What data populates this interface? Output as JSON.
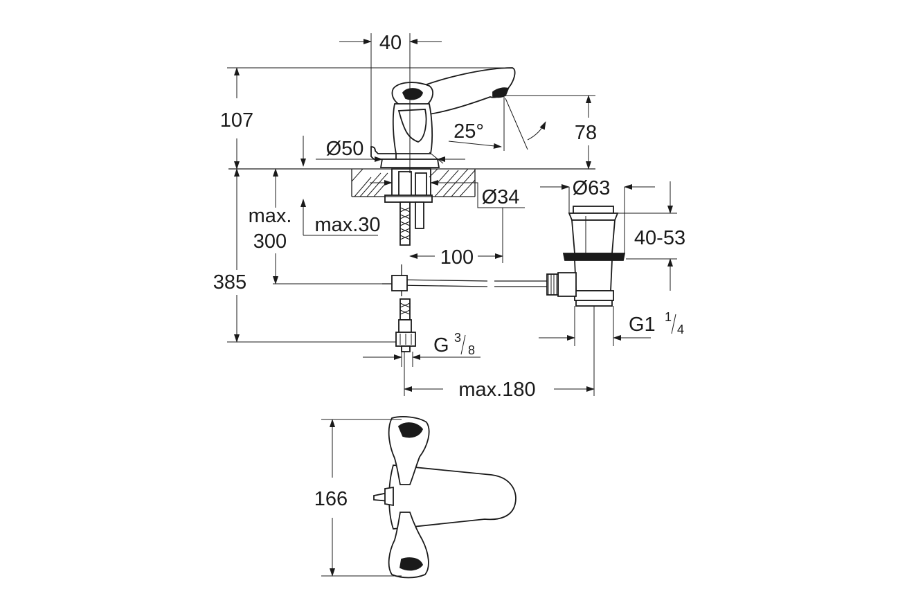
{
  "dimensions": {
    "spout_depth": "40",
    "height_total": "107",
    "base_diameter": "Ø50",
    "spout_angle": "25°",
    "spout_height": "78",
    "shank_diameter": "Ø34",
    "waste_diameter": "Ø63",
    "waste_height": "40-53",
    "max_300_line1": "max.",
    "max_300_line2": "300",
    "max_30": "max.30",
    "offset_100": "100",
    "length_385": "385",
    "waste_thread_main": "G1",
    "waste_thread_num": "1",
    "waste_thread_den": "4",
    "supply_thread_main": "G",
    "supply_thread_num": "3",
    "supply_thread_den": "8",
    "max_180": "max.180",
    "plan_depth": "166"
  }
}
